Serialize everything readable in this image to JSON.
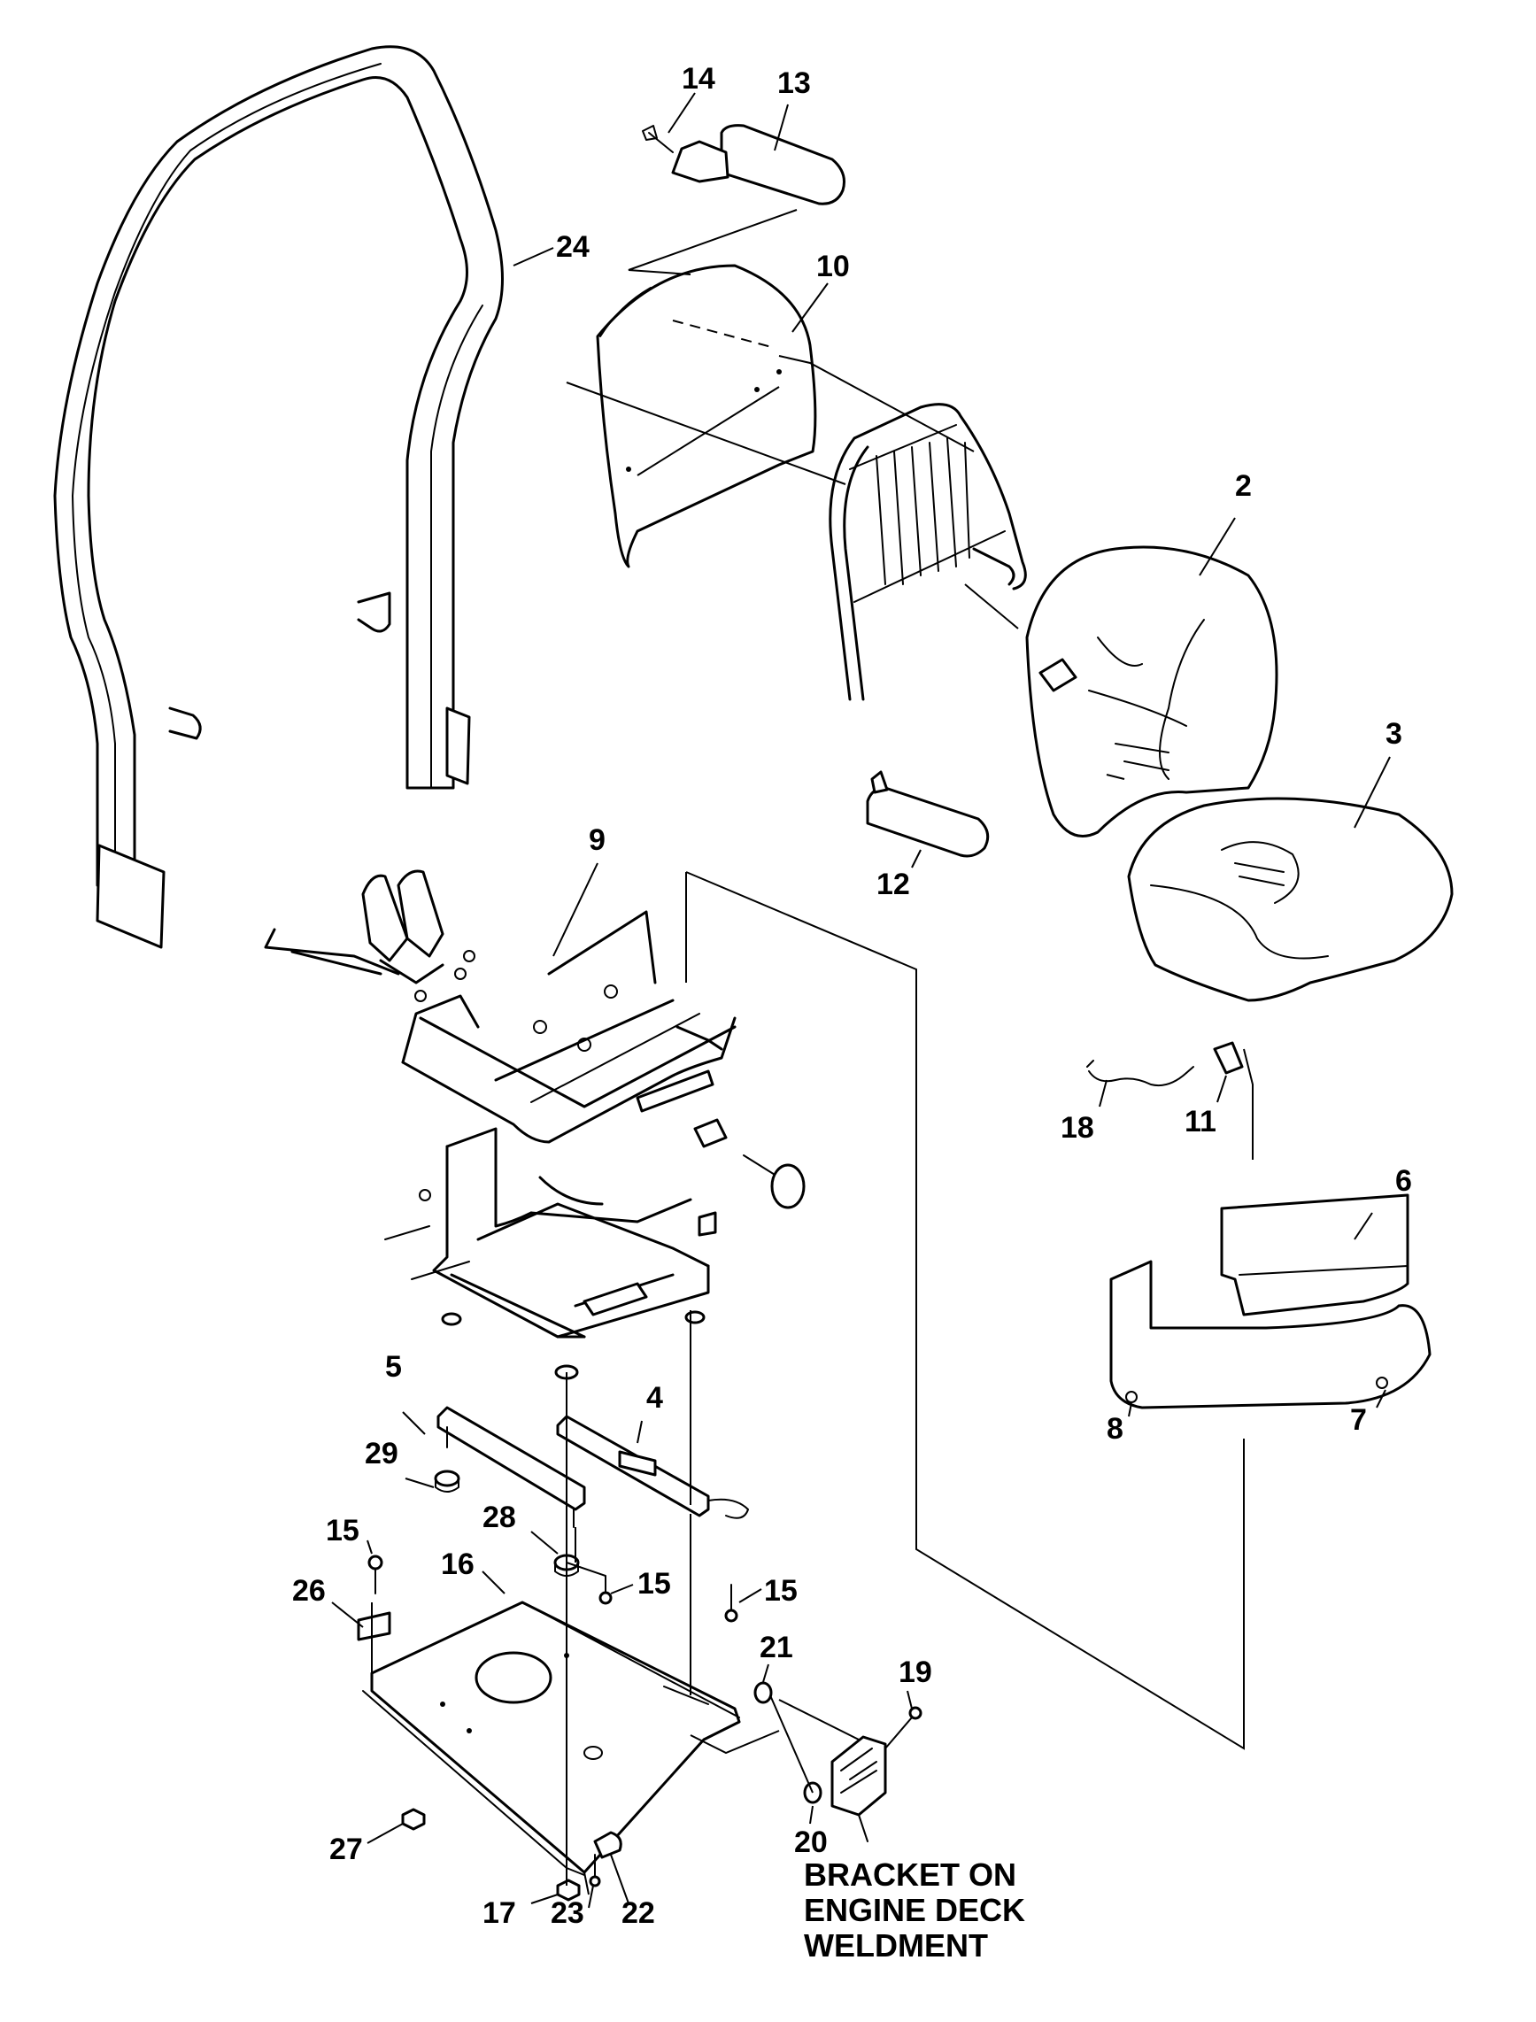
{
  "callouts": {
    "c2": "2",
    "c3": "3",
    "c4": "4",
    "c5": "5",
    "c6": "6",
    "c7": "7",
    "c8": "8",
    "c9": "9",
    "c10": "10",
    "c11": "11",
    "c12": "12",
    "c13": "13",
    "c14": "14",
    "c15a": "15",
    "c15b": "15",
    "c15c": "15",
    "c16": "16",
    "c17": "17",
    "c18": "18",
    "c19": "19",
    "c20": "20",
    "c21": "21",
    "c22": "22",
    "c23": "23",
    "c24": "24",
    "c26": "26",
    "c27": "27",
    "c28": "28",
    "c29": "29"
  },
  "note": {
    "line1": "BRACKET ON",
    "line2": "ENGINE DECK",
    "line3": "WELDMENT"
  }
}
